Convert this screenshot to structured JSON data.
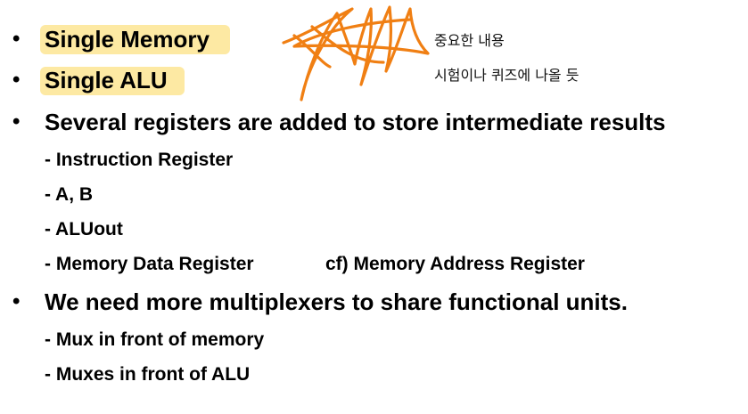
{
  "bullets": [
    {
      "text": "Single Memory"
    },
    {
      "text": "Single ALU"
    },
    {
      "text": "Several registers are added to store intermediate results"
    },
    {
      "text": "We need more multiplexers to share functional units."
    }
  ],
  "bullet_symbol": "•",
  "registers": [
    "- Instruction Register",
    "- A, B",
    "- ALUout",
    "- Memory Data Register"
  ],
  "cf_note": "cf) Memory Address Register",
  "mux_items": [
    "- Mux in front of memory",
    "- Muxes in front of ALU"
  ],
  "annotations": {
    "note1": "중요한 내용",
    "note2": "시험이나 퀴즈에 나올 듯",
    "scribble_color": "#f07f13",
    "highlight_color": "#fde9a3"
  }
}
